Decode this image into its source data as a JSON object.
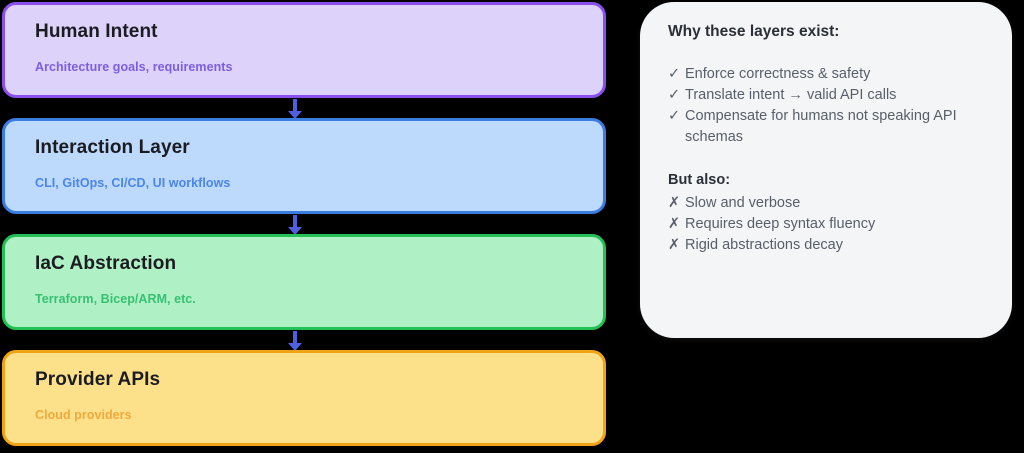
{
  "diagram": {
    "layers": [
      {
        "title": "Human Intent",
        "subtitle": "Architecture goals, requirements",
        "fill": "#ddd3fa",
        "border": "#8b4ff0",
        "subtitle_color": "#7a5fe0"
      },
      {
        "title": "Interaction Layer",
        "subtitle": "CLI, GitOps, CI/CD, UI workflows",
        "fill": "#bdd9fb",
        "border": "#3b7ce0",
        "subtitle_color": "#4a86e8"
      },
      {
        "title": "IaC Abstraction",
        "subtitle": "Terraform, Bicep/ARM, etc.",
        "fill": "#aff0c4",
        "border": "#22c055",
        "subtitle_color": "#37c173"
      },
      {
        "title": "Provider APIs",
        "subtitle": "Cloud providers",
        "fill": "#fde18a",
        "border": "#f0a415",
        "subtitle_color": "#efa93c"
      }
    ],
    "connector_color": "#4f5fe0",
    "connector_icon": "arrow-down-icon"
  },
  "info_panel": {
    "heading": "Why these layers exist:",
    "pros": [
      {
        "mark": "✓",
        "text": "Enforce correctness & safety"
      },
      {
        "mark": "✓",
        "text": "Translate intent → valid API calls"
      },
      {
        "mark": "✓",
        "text": "Compensate for humans not speaking API schemas"
      }
    ],
    "subheading": "But also:",
    "cons": [
      {
        "mark": "✗",
        "text": "Slow and verbose"
      },
      {
        "mark": "✗",
        "text": "Requires deep syntax fluency"
      },
      {
        "mark": "✗",
        "text": "Rigid abstractions decay"
      }
    ]
  }
}
